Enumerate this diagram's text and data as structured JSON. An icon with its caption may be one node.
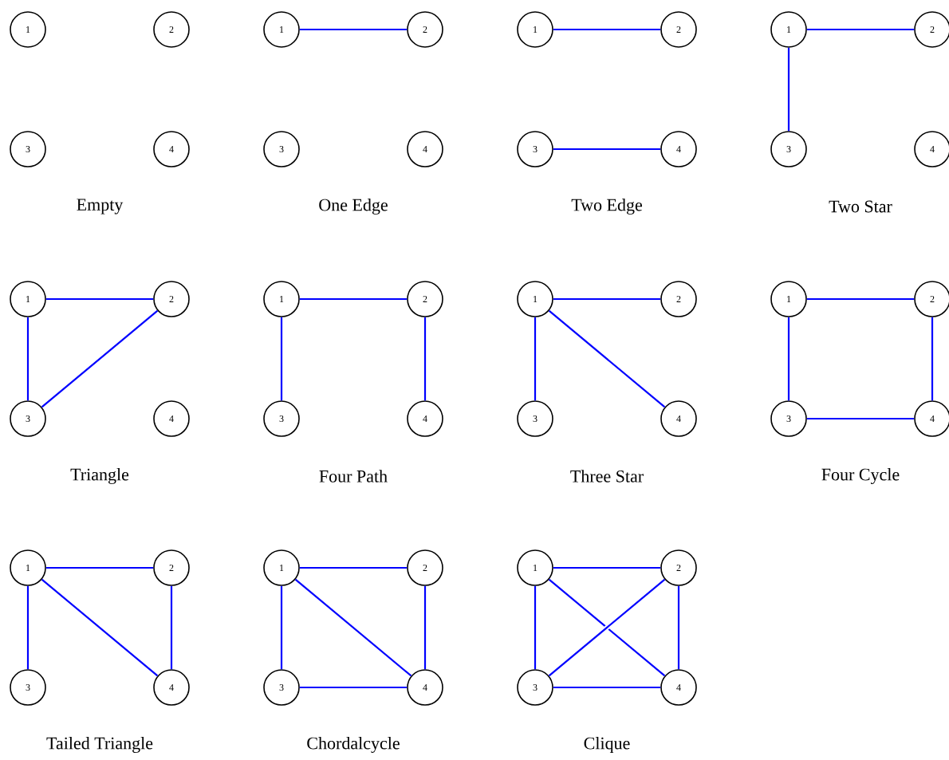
{
  "diagram": {
    "nodes": [
      {
        "text": [
          "1"
        ]
      },
      {
        "text": [
          "2"
        ]
      },
      {
        "text": [
          "3"
        ]
      },
      {
        "text": [
          "4"
        ]
      },
      {
        "text": [
          "1"
        ]
      },
      {
        "text": [
          "2"
        ]
      },
      {
        "text": [
          "3"
        ]
      },
      {
        "text": [
          "4"
        ]
      },
      {
        "text": [
          "1"
        ]
      },
      {
        "text": [
          "2"
        ]
      },
      {
        "text": [
          "3"
        ]
      },
      {
        "text": [
          "4"
        ]
      },
      {
        "text": [
          "1"
        ]
      },
      {
        "text": [
          "2"
        ]
      },
      {
        "text": [
          "3"
        ]
      },
      {
        "text": [
          "4"
        ]
      },
      {
        "text": [
          "1"
        ]
      },
      {
        "text": [
          "2"
        ]
      },
      {
        "text": [
          "3"
        ]
      },
      {
        "text": [
          "4"
        ]
      },
      {
        "text": [
          "1"
        ]
      },
      {
        "text": [
          "2"
        ]
      },
      {
        "text": [
          "3"
        ]
      },
      {
        "text": [
          "4"
        ]
      },
      {
        "text": [
          "1"
        ]
      },
      {
        "text": [
          "2"
        ]
      },
      {
        "text": [
          "3"
        ]
      },
      {
        "text": [
          "4"
        ]
      },
      {
        "text": [
          "1"
        ]
      },
      {
        "text": [
          "2"
        ]
      },
      {
        "text": [
          "3"
        ]
      },
      {
        "text": [
          "4"
        ]
      },
      {
        "text": [
          "1"
        ]
      },
      {
        "text": [
          "2"
        ]
      },
      {
        "text": [
          "3"
        ]
      },
      {
        "text": [
          "4"
        ]
      },
      {
        "text": [
          "1"
        ]
      },
      {
        "text": [
          "2"
        ]
      },
      {
        "text": [
          "3"
        ]
      },
      {
        "text": [
          "4"
        ]
      },
      {
        "text": [
          "1"
        ]
      },
      {
        "text": [
          "2"
        ]
      },
      {
        "text": [
          "3"
        ]
      },
      {
        "text": [
          "4"
        ]
      }
    ],
    "edges": [
      {
        "from": 4,
        "to": 5,
        "arrow": "none"
      },
      {
        "from": 8,
        "to": 9,
        "arrow": "none"
      },
      {
        "from": 10,
        "to": 11,
        "arrow": "none"
      },
      {
        "from": 12,
        "to": 13,
        "arrow": "none"
      },
      {
        "from": 12,
        "to": 14,
        "arrow": "none"
      },
      {
        "from": 16,
        "to": 17,
        "arrow": "none"
      },
      {
        "from": 16,
        "to": 18,
        "arrow": "none"
      },
      {
        "from": 17,
        "to": 18,
        "arrow": "none"
      },
      {
        "from": 20,
        "to": 21,
        "arrow": "none"
      },
      {
        "from": 20,
        "to": 22,
        "arrow": "none"
      },
      {
        "from": 21,
        "to": 23,
        "arrow": "none"
      },
      {
        "from": 24,
        "to": 25,
        "arrow": "none"
      },
      {
        "from": 24,
        "to": 26,
        "arrow": "none"
      },
      {
        "from": 24,
        "to": 27,
        "arrow": "none"
      },
      {
        "from": 28,
        "to": 29,
        "arrow": "none"
      },
      {
        "from": 28,
        "to": 30,
        "arrow": "none"
      },
      {
        "from": 29,
        "to": 31,
        "arrow": "none"
      },
      {
        "from": 30,
        "to": 31,
        "arrow": "none"
      },
      {
        "from": 32,
        "to": 33,
        "arrow": "none"
      },
      {
        "from": 32,
        "to": 34,
        "arrow": "none"
      },
      {
        "from": 32,
        "to": 35,
        "arrow": "none"
      },
      {
        "from": 33,
        "to": 35,
        "arrow": "none"
      },
      {
        "from": 36,
        "to": 37,
        "arrow": "none"
      },
      {
        "from": 36,
        "to": 38,
        "arrow": "none"
      },
      {
        "from": 36,
        "to": 39,
        "arrow": "none"
      },
      {
        "from": 37,
        "to": 39,
        "arrow": "none"
      },
      {
        "from": 38,
        "to": 39,
        "arrow": "none"
      },
      {
        "from": 40,
        "to": 41,
        "arrow": "none"
      },
      {
        "from": 40,
        "to": 42,
        "arrow": "none"
      },
      {
        "from": 40,
        "to": 43,
        "arrow": "none"
      },
      {
        "from": 41,
        "to": 42,
        "arrow": "none"
      },
      {
        "from": 41,
        "to": 43,
        "arrow": "none"
      },
      {
        "from": 42,
        "to": 43,
        "arrow": "none"
      }
    ],
    "labels": [
      "Empty",
      "One Edge",
      "Two Edge",
      "Two Star",
      "Triangle",
      "Four Path",
      "Three Star",
      "Four Cycle",
      "Tailed Triangle",
      "Chordalcycle",
      "Clique"
    ]
  }
}
